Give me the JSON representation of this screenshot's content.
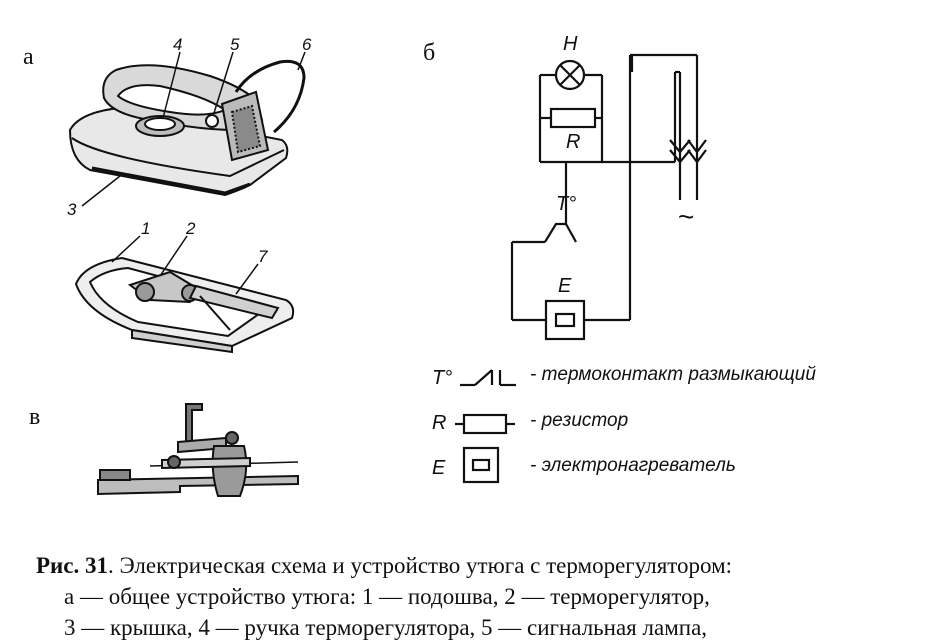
{
  "panels": {
    "a": "а",
    "b": "б",
    "v": "в"
  },
  "iron_top_numbers": [
    "4",
    "5",
    "6",
    "3"
  ],
  "iron_bottom_numbers": [
    "1",
    "2",
    "7"
  ],
  "circuit": {
    "lamp_label": "H",
    "resistor_label": "R",
    "thermo_label": "T°",
    "heater_label": "E",
    "ac_symbol": "~"
  },
  "legend": [
    {
      "symbol": "T°",
      "text": "- термоконтакт размыкающий"
    },
    {
      "symbol": "R",
      "text": "- резистор"
    },
    {
      "symbol": "E",
      "text": "- электронагреватель"
    }
  ],
  "caption": {
    "fig_label": "Рис. 31",
    "line1": ". Электрическая схема и устройство утюга с терморегулятором:",
    "line2": "а — общее устройство утюга:  1 — подошва, 2 — терморегулятор,",
    "line3": "3 — крышка, 4 — ручка терморегулятора, 5 — сигнальная лампа,"
  }
}
